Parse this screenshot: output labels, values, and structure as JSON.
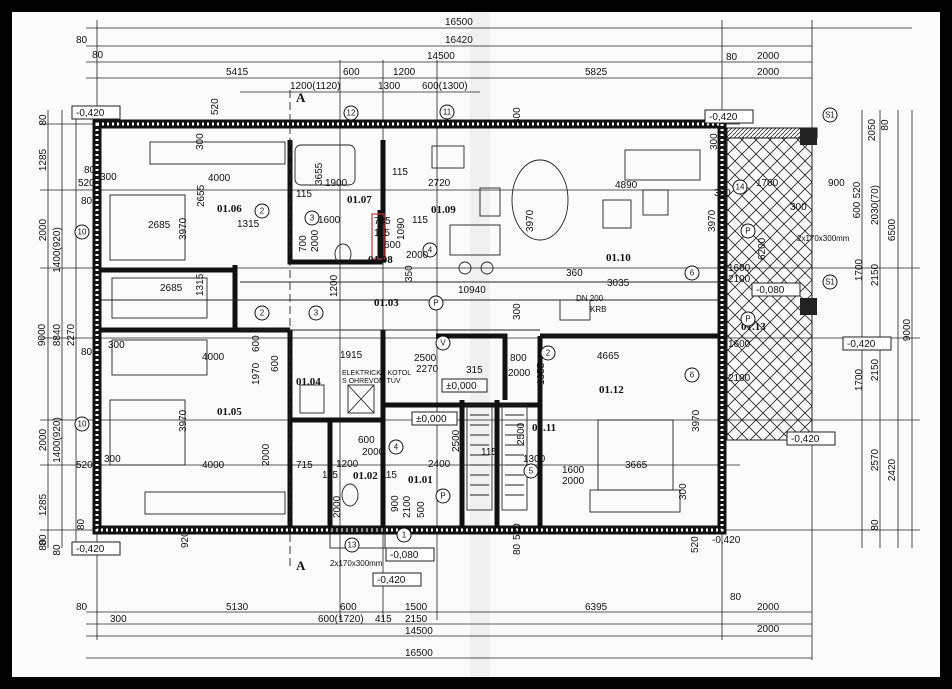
{
  "drawing": {
    "section_marks": [
      "A",
      "A"
    ],
    "rooms": [
      "01.06",
      "01.07",
      "01.08",
      "01.09",
      "01.10",
      "01.03",
      "01.05",
      "01.04",
      "01.02",
      "01.01",
      "01.11",
      "01.12",
      "01.13"
    ],
    "levels": [
      "-0,420",
      "-0,420",
      "-0,420",
      "-0,420",
      "-0,420",
      "-0,420",
      "-0,420",
      "-0,080",
      "-0,080",
      "±0,000",
      "±0,000"
    ],
    "labels": {
      "boiler_line1": "ELEKTRICKÝ KOTOL",
      "boiler_line2": "S OHREVOM TÚV",
      "chimney": "DN 200",
      "fireplace": "KRB",
      "stairs_top": "2x170x300mm",
      "stairs_bottom": "2x170x300mm"
    },
    "markers": [
      "12",
      "11",
      "10",
      "10",
      "2",
      "3",
      "4",
      "2",
      "3",
      "P",
      "P",
      "P",
      "S1",
      "S1",
      "14",
      "6",
      "6",
      "2",
      "4",
      "5",
      "1",
      "13",
      "P",
      "V"
    ],
    "dims_top": [
      "16500",
      "16420",
      "14500",
      "80",
      "80",
      "5415",
      "600",
      "1200",
      "5825",
      "1200(1120)",
      "1300",
      "600(1300)",
      "2000",
      "2000",
      "80"
    ],
    "dims_bottom": [
      "80",
      "5130",
      "600",
      "1500",
      "6395",
      "2000",
      "80",
      "300",
      "600(1720)",
      "415",
      "2150",
      "14500",
      "2000",
      "16500"
    ],
    "dims_left": [
      "80",
      "80",
      "1285",
      "2000",
      "1400(920)",
      "9000",
      "8840",
      "2270",
      "2000",
      "1400(920)",
      "1285",
      "80",
      "80"
    ],
    "dims_right": [
      "2050",
      "520",
      "80",
      "9000",
      "6500",
      "2150",
      "1700",
      "2150",
      "1700",
      "2570",
      "2420",
      "80",
      "2030(70)",
      "600"
    ],
    "dims_inner": [
      "4000",
      "2655",
      "3970",
      "2685",
      "1315",
      "2685",
      "1315",
      "300",
      "520",
      "80",
      "520",
      "300",
      "1900",
      "115",
      "3655",
      "1600",
      "700",
      "2000",
      "115",
      "2720",
      "785",
      "115",
      "1090",
      "600",
      "2000",
      "115",
      "350",
      "1200",
      "10940",
      "4890",
      "3970",
      "3970",
      "360",
      "3035",
      "1600",
      "2100",
      "300",
      "300",
      "1700",
      "900",
      "300",
      "6200",
      "4000",
      "3970",
      "1970",
      "600",
      "600",
      "2000",
      "4000",
      "715",
      "1915",
      "2500",
      "2270",
      "315",
      "800",
      "2000",
      "4665",
      "1355",
      "2500",
      "2400",
      "600",
      "2000",
      "1200",
      "115",
      "115",
      "2000",
      "900",
      "2100",
      "500",
      "115",
      "2500",
      "1300",
      "1600",
      "2000",
      "3665",
      "3970",
      "300",
      "520",
      "1600",
      "2100",
      "300",
      "520",
      "80",
      "300",
      "920",
      "80",
      "520",
      "80",
      "300",
      "300",
      "80"
    ]
  }
}
